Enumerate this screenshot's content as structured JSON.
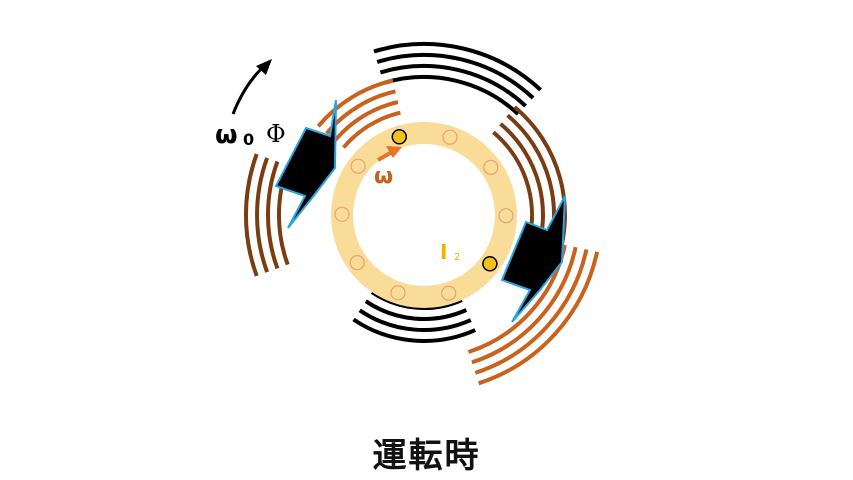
{
  "labels": {
    "omega0": "ω",
    "omega0_sub": "0",
    "phi": "Φ",
    "omega": "ω",
    "current": "I",
    "current_sub": "2",
    "caption": "運転時"
  },
  "colors": {
    "field_black": "#000000",
    "field_brown_dark": "#7a3c12",
    "field_brown": "#c8621c",
    "ring": "#f9dc97",
    "conductor_fill": "#f2c21a",
    "conductor_open": "#e8a07a",
    "omega_arrow": "#e8742a",
    "current_label": "#f0b400",
    "pole_fill": "#000000",
    "pole_outline": "#2aa4e0"
  },
  "icons": {
    "rotation_arrow": "curved-arrow-icon",
    "pole": "lightning-pole-icon"
  }
}
